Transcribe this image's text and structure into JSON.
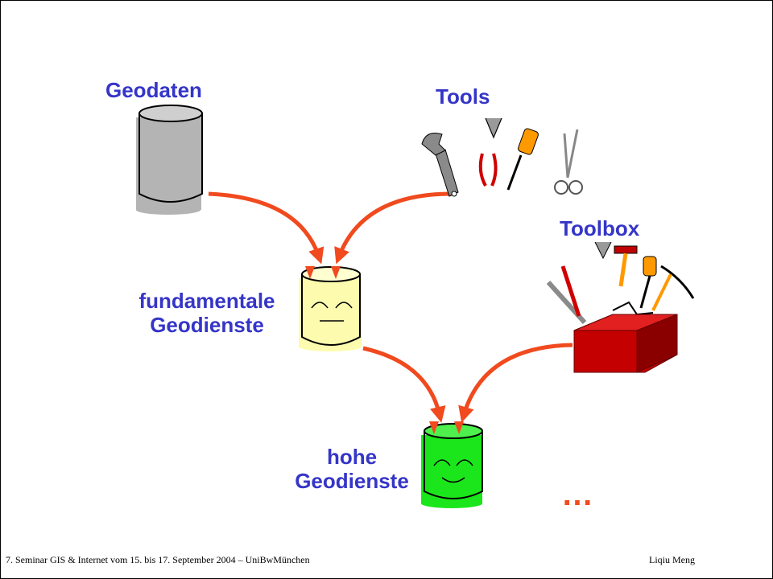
{
  "labels": {
    "geodaten": "Geodaten",
    "tools": "Tools",
    "toolbox": "Toolbox",
    "fundamentale_line1": "fundamentale",
    "fundamentale_line2": "Geodienste",
    "hohe_line1": "hohe",
    "hohe_line2": "Geodienste",
    "ellipsis": "…"
  },
  "footer": {
    "left": "7. Seminar GIS & Internet vom 15. bis 17. September 2004 – UniBwMünchen",
    "right": "Liqiu Meng"
  },
  "colors": {
    "label_blue": "#3535c8",
    "arrow_orange": "#f04a1e",
    "geodaten_gray": "#b4b4b4",
    "fundamentale_yellow": "#fdfcae",
    "hohe_green": "#1be61b",
    "toolbox_red": "#c40000"
  }
}
